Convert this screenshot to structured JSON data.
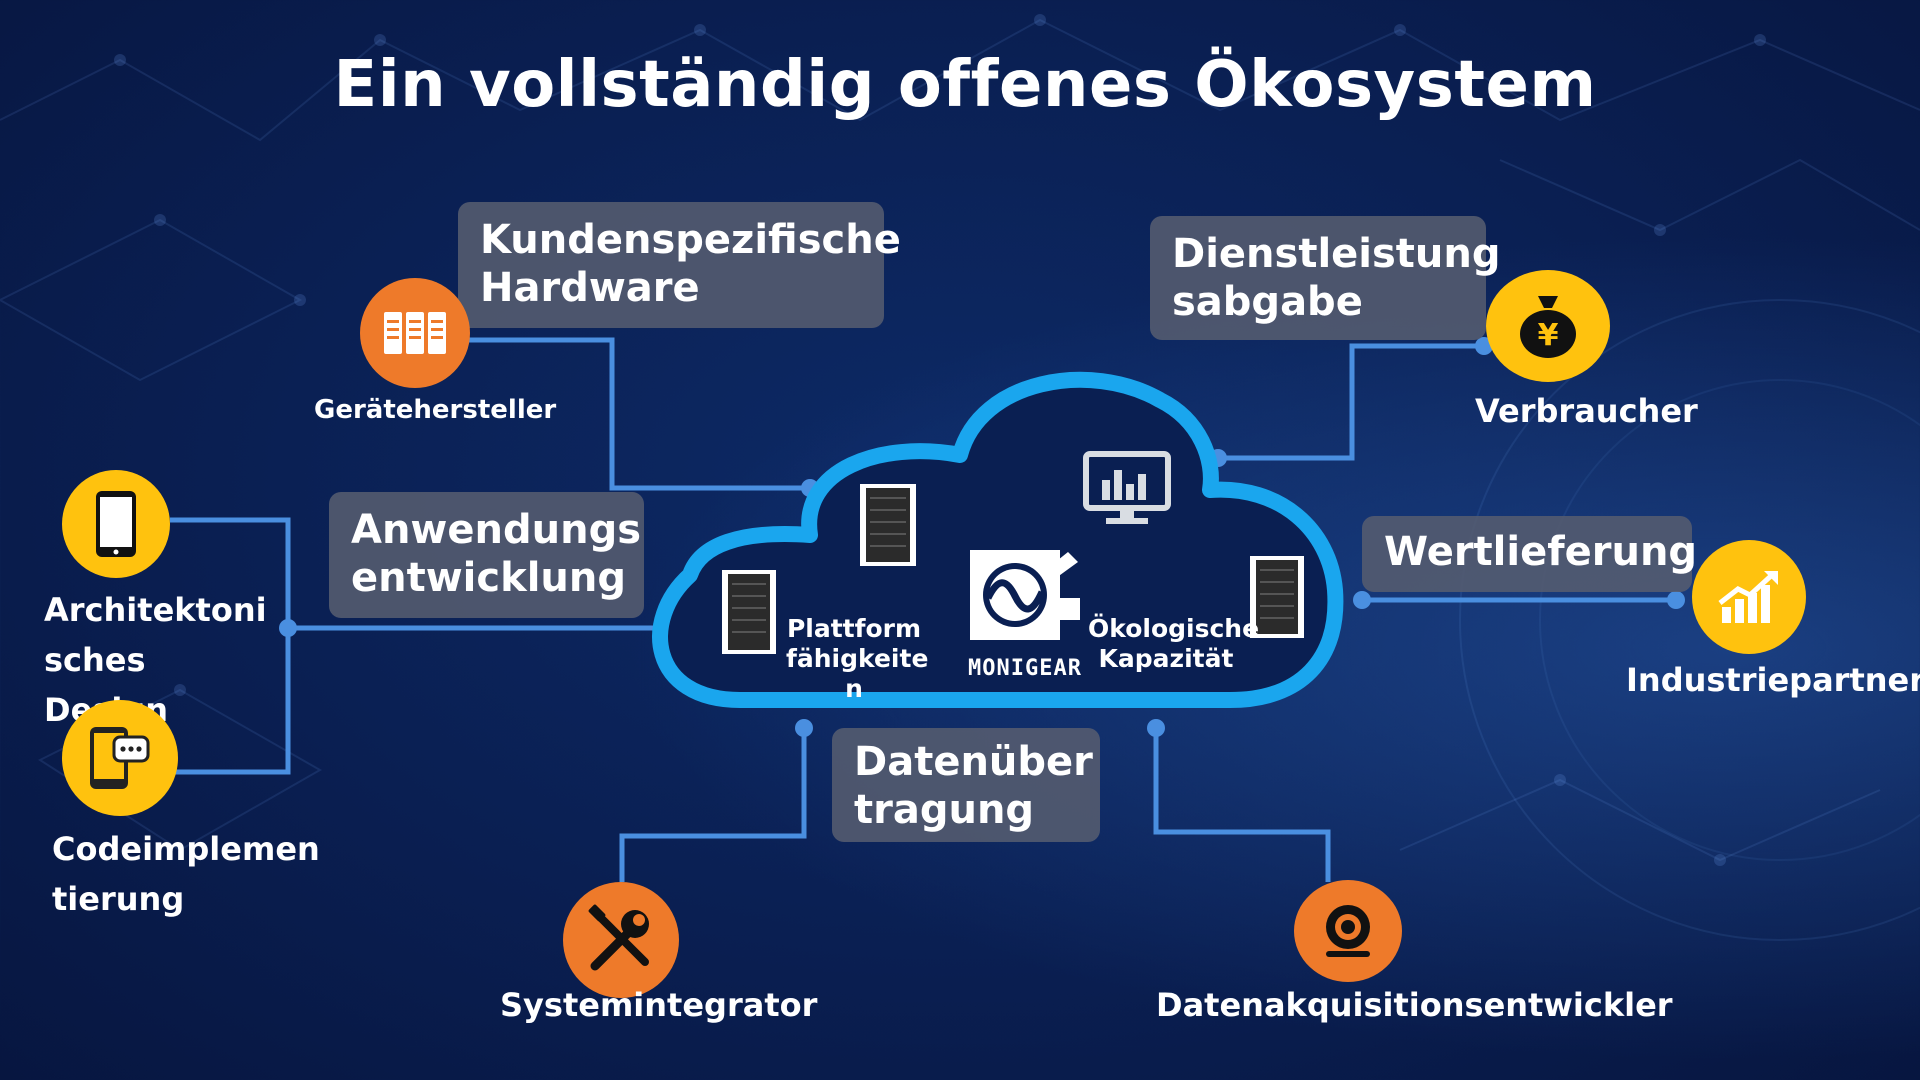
{
  "title": "Ein vollständig offenes Ökosystem",
  "boxes": {
    "custom_hardware": "Kundenspezifische Hardware",
    "app_dev": "Anwendungs entwicklung",
    "service": "Dienstleistung sabgabe",
    "value": "Wertlieferung",
    "data_transfer": "Datenüber tragung"
  },
  "nodes": {
    "manufacturer": "Gerätehersteller",
    "architecture": "Architektoni sches Design",
    "code": "Codeimplemen tierung",
    "consumer": "Verbraucher",
    "industry": "Industriepartner",
    "integrator": "Systemintegrator",
    "daq": "Datenakquisitionsentwickler"
  },
  "cloud": {
    "platform": "Plattform fähigkeite n",
    "eco": "Ökologische Kapazität",
    "logo_text": "MONIGEAR"
  },
  "colors": {
    "orange": "#ee7a2a",
    "yellow": "#ffc20e",
    "cloud_stroke": "#1aa6ee",
    "connector": "#4a8fe0",
    "box_fill": "#555c70"
  },
  "icons": {
    "manufacturer": "server-rack-icon",
    "architecture": "smartphone-icon",
    "code": "chat-phone-icon",
    "consumer": "money-bag-yen-icon",
    "industry": "growth-chart-icon",
    "integrator": "tools-icon",
    "daq": "webcam-icon"
  }
}
